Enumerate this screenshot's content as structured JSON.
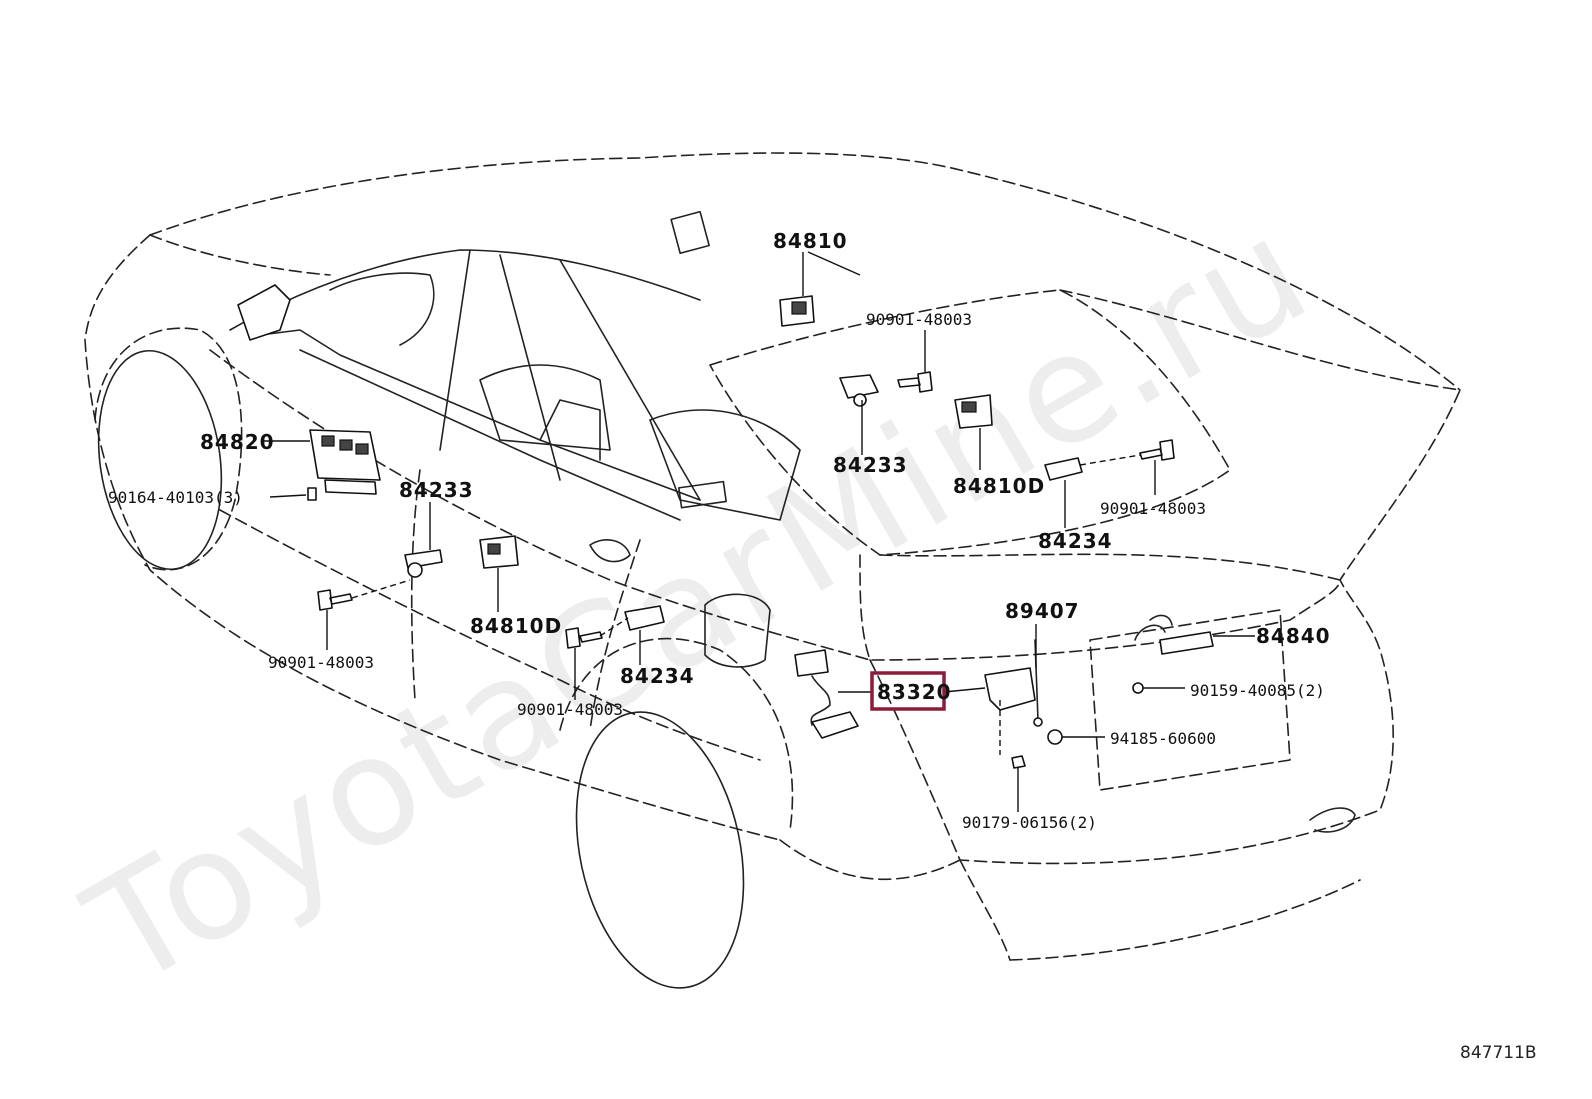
{
  "watermark": "ToyotaCarMine.ru",
  "diagram_code": "847711B",
  "highlight_color": "#8b1c3a",
  "labels": {
    "p84810": "84810",
    "p90901_top": "90901-48003",
    "p84233_right": "84233",
    "p84810D_right": "84810D",
    "p84234_right": "84234",
    "p90901_right": "90901-48003",
    "p84820": "84820",
    "p90164": "90164-40103(3)",
    "p84233_left": "84233",
    "p84810D_left": "84810D",
    "p90901_left": "90901-48003",
    "p84234_left": "84234",
    "p90901_bottom": "90901-48003",
    "p89407": "89407",
    "p84840": "84840",
    "p90159": "90159-40085(2)",
    "p83320": "83320",
    "p94185": "94185-60600",
    "p90179": "90179-06156(2)"
  }
}
